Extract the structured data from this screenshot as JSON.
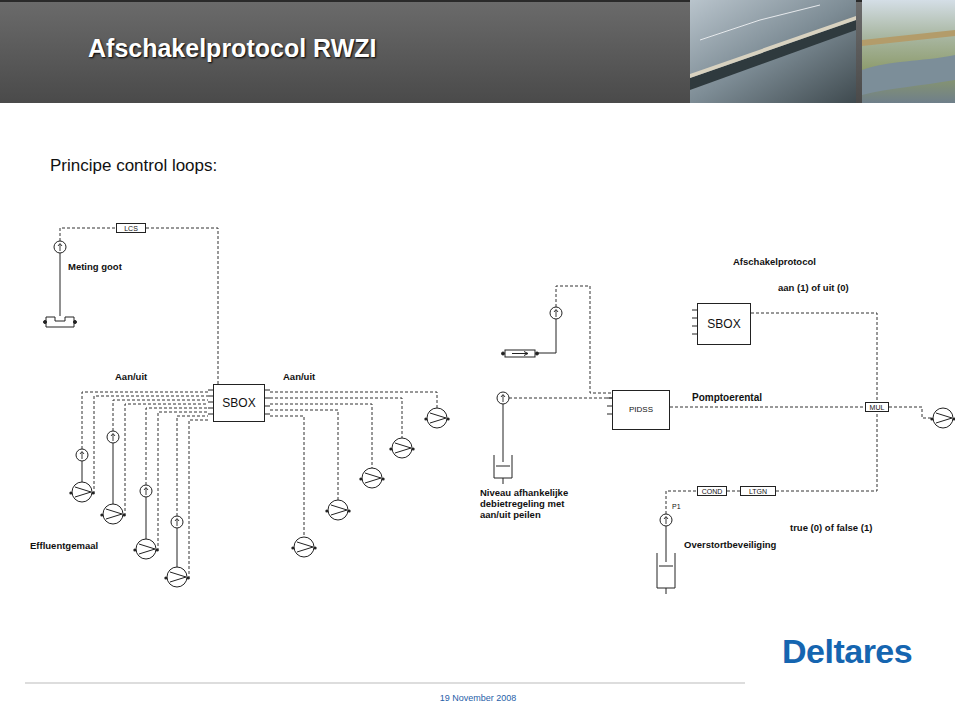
{
  "diagram": {
    "title": "Afschakelprotocol RWZI",
    "nodes": [
      {
        "text": [
          "LCS"
        ]
      },
      {
        "text": [
          "SBOX"
        ]
      },
      {
        "text": [
          "SBOX"
        ]
      },
      {
        "text": [
          "PIDSS"
        ]
      },
      {
        "text": [
          "MUL"
        ]
      },
      {
        "text": [
          "COND"
        ]
      },
      {
        "text": [
          "LTGN"
        ]
      }
    ],
    "edges": [
      {
        "from": 0,
        "to": 1,
        "arrow": "none"
      },
      {
        "from": 2,
        "to": 4,
        "arrow": "none"
      },
      {
        "from": 3,
        "to": 4,
        "label": "Pomptoerental",
        "arrow": "none"
      },
      {
        "from": 5,
        "to": 6,
        "arrow": "none"
      },
      {
        "from": 6,
        "to": 4,
        "arrow": "none"
      }
    ],
    "labels": [
      "Principe control loops:",
      "Meting goot",
      "Aan/uit",
      "Aan/uit",
      "Effluentgemaal",
      "Afschakelprotocol",
      "aan (1) of uit (0)",
      "Niveau afhankelijke debietregeling met aan/uit peilen",
      "P1",
      "Overstortbeveiliging",
      "true (0) of false (1)",
      "19 November 2008",
      "Deltares"
    ]
  }
}
